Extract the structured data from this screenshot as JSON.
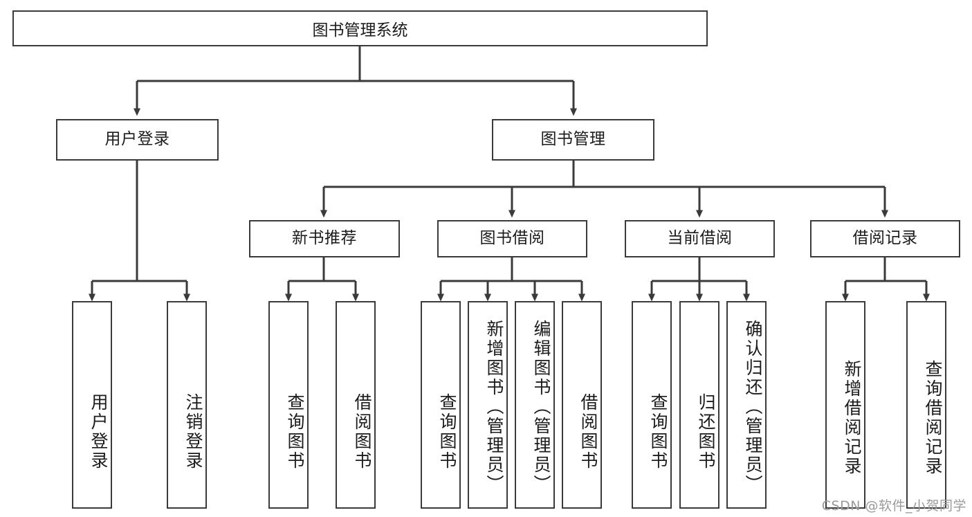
{
  "diagram": {
    "type": "tree-hierarchy",
    "title": "图书管理系统",
    "root": {
      "label": "图书管理系统"
    },
    "level2": [
      {
        "id": "user-login",
        "label": "用户登录"
      },
      {
        "id": "book-manage",
        "label": "图书管理"
      }
    ],
    "level3": [
      {
        "id": "new-book-recommend",
        "label": "新书推荐",
        "parent": "book-manage"
      },
      {
        "id": "book-borrow",
        "label": "图书借阅",
        "parent": "book-manage"
      },
      {
        "id": "current-borrow",
        "label": "当前借阅",
        "parent": "book-manage"
      },
      {
        "id": "borrow-record",
        "label": "借阅记录",
        "parent": "book-manage"
      }
    ],
    "leaves": [
      {
        "id": "leaf-user-login",
        "label": "用户登录",
        "parent": "user-login"
      },
      {
        "id": "leaf-logout",
        "label": "注销登录",
        "parent": "user-login"
      },
      {
        "id": "leaf-query-book-1",
        "label": "查询图书",
        "parent": "new-book-recommend"
      },
      {
        "id": "leaf-borrow-book-1",
        "label": "借阅图书",
        "parent": "new-book-recommend"
      },
      {
        "id": "leaf-query-book-2",
        "label": "查询图书",
        "parent": "book-borrow"
      },
      {
        "id": "leaf-add-book",
        "label": "新增图书（管理员）",
        "parent": "book-borrow"
      },
      {
        "id": "leaf-edit-book",
        "label": "编辑图书（管理员）",
        "parent": "book-borrow"
      },
      {
        "id": "leaf-borrow-book-2",
        "label": "借阅图书",
        "parent": "book-borrow"
      },
      {
        "id": "leaf-query-book-3",
        "label": "查询图书",
        "parent": "current-borrow"
      },
      {
        "id": "leaf-return-book",
        "label": "归还图书",
        "parent": "current-borrow"
      },
      {
        "id": "leaf-confirm-return",
        "label": "确认归还（管理员）",
        "parent": "current-borrow"
      },
      {
        "id": "leaf-add-record",
        "label": "新增借阅记录",
        "parent": "borrow-record"
      },
      {
        "id": "leaf-query-record",
        "label": "查询借阅记录",
        "parent": "borrow-record"
      }
    ],
    "colors": {
      "stroke": "#3a3a3a",
      "fill": "#ffffff",
      "text": "#1b1b1b",
      "watermark": "#9a9a9a"
    }
  },
  "watermark": {
    "text": "CSDN @软件_小贺同学"
  }
}
